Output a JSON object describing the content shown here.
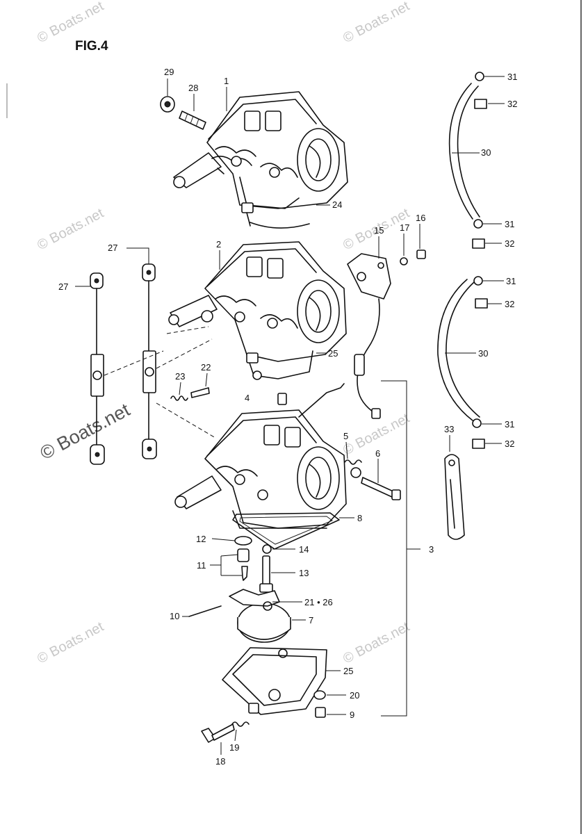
{
  "figure": {
    "title": "FIG.4"
  },
  "watermark": {
    "small": "© Boats.net",
    "large": "© Boats.net"
  },
  "callouts": {
    "p1": "1",
    "p2": "2",
    "p3": "3",
    "p4": "4",
    "p5": "5",
    "p6": "6",
    "p7": "7",
    "p8": "8",
    "p9": "9",
    "p10": "10",
    "p11": "11",
    "p12": "12",
    "p13": "13",
    "p14": "14",
    "p15": "15",
    "p16": "16",
    "p17": "17",
    "p18": "18",
    "p19": "19",
    "p20": "20",
    "p21_26": "21 • 26",
    "p22": "22",
    "p23": "23",
    "p24": "24",
    "p25a": "25",
    "p25b": "25",
    "p27a": "27",
    "p27b": "27",
    "p28": "28",
    "p29": "29",
    "p30a": "30",
    "p30b": "30",
    "p31a": "31",
    "p31b": "31",
    "p31c": "31",
    "p31d": "31",
    "p32a": "32",
    "p32b": "32",
    "p32c": "32",
    "p32d": "32",
    "p33": "33"
  }
}
